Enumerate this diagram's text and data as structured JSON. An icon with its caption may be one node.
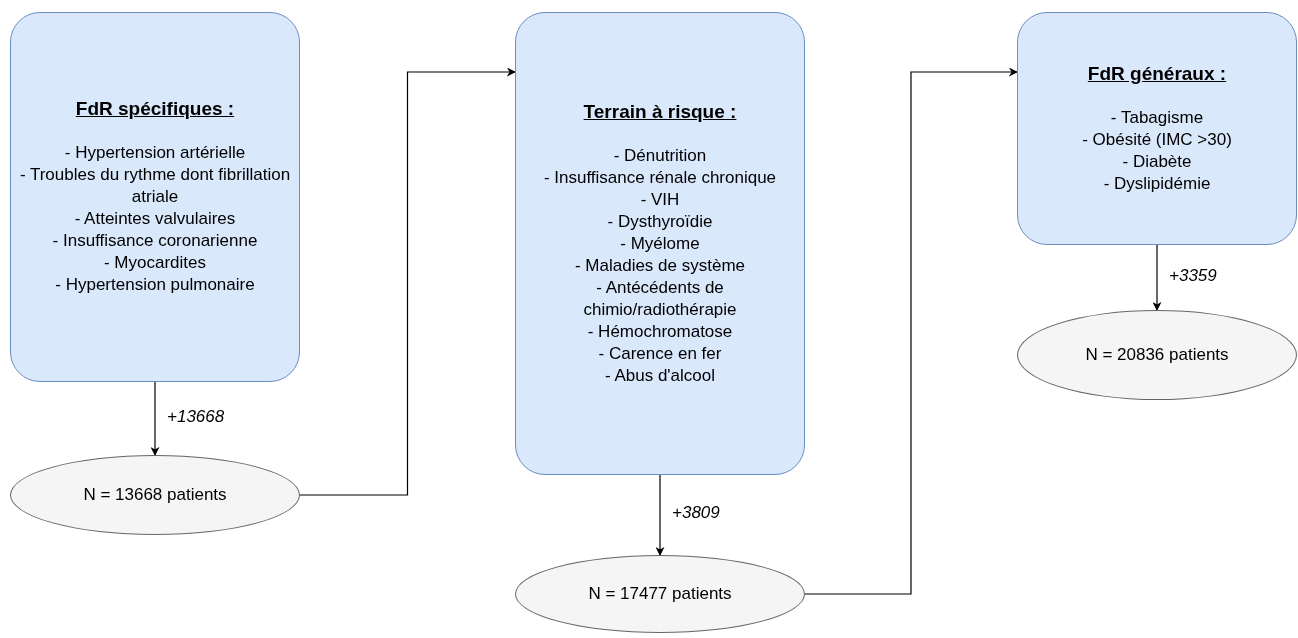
{
  "diagram": {
    "nodes": [
      {
        "text": [
          "FdR spécifiques :",
          "- Hypertension artérielle",
          "- Troubles du rythme dont fibrillation atriale",
          "- Atteintes valvulaires",
          "- Insuffisance coronarienne",
          "- Myocardites",
          "- Hypertension pulmonaire"
        ]
      },
      {
        "text": [
          "N = 13668 patients"
        ]
      },
      {
        "text": [
          "Terrain à risque :",
          "- Dénutrition",
          "- Insuffisance rénale chronique",
          "- VIH",
          "- Dysthyroïdie",
          "- Myélome",
          "- Maladies de système",
          "- Antécédents de chimio/radiothérapie",
          "- Hémochromatose",
          "- Carence en fer",
          "- Abus d'alcool"
        ]
      },
      {
        "text": [
          "N = 17477 patients"
        ]
      },
      {
        "text": [
          "FdR généraux :",
          "- Tabagisme",
          "- Obésité (IMC >30)",
          "- Diabète",
          "- Dyslipidémie"
        ]
      },
      {
        "text": [
          "N = 20836 patients"
        ]
      }
    ],
    "edges": [
      {
        "from": 0,
        "to": 1,
        "arrow": "to",
        "label": "+13668"
      },
      {
        "from": 1,
        "to": 2,
        "arrow": "to"
      },
      {
        "from": 2,
        "to": 3,
        "arrow": "to",
        "label": "+3809"
      },
      {
        "from": 3,
        "to": 4,
        "arrow": "to"
      },
      {
        "from": 4,
        "to": 5,
        "arrow": "to",
        "label": "+3359"
      }
    ]
  }
}
